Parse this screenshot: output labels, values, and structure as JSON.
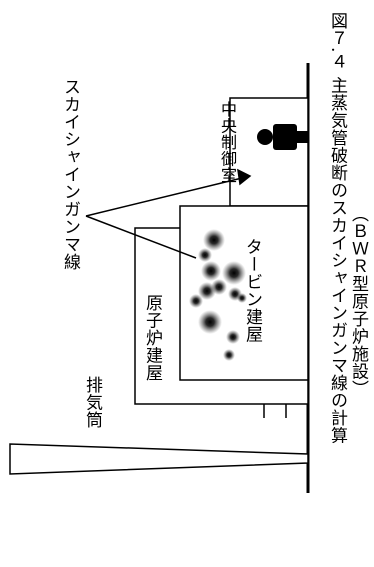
{
  "figure": {
    "caption": "図７.４ 主蒸気管破断のスカイシャインガンマ線の計算",
    "subcaption": "（ＢＷＲ型原子炉施設）"
  },
  "labels": {
    "skyshine": "スカイシャインガンマ線",
    "control_room": "中央制御室",
    "turbine_building": "タービン建屋",
    "reactor_building": "原子炉建屋",
    "stack": "排気筒"
  },
  "colors": {
    "line": "#000000",
    "building_fill": "#ffffff",
    "cloud": "#303030"
  }
}
